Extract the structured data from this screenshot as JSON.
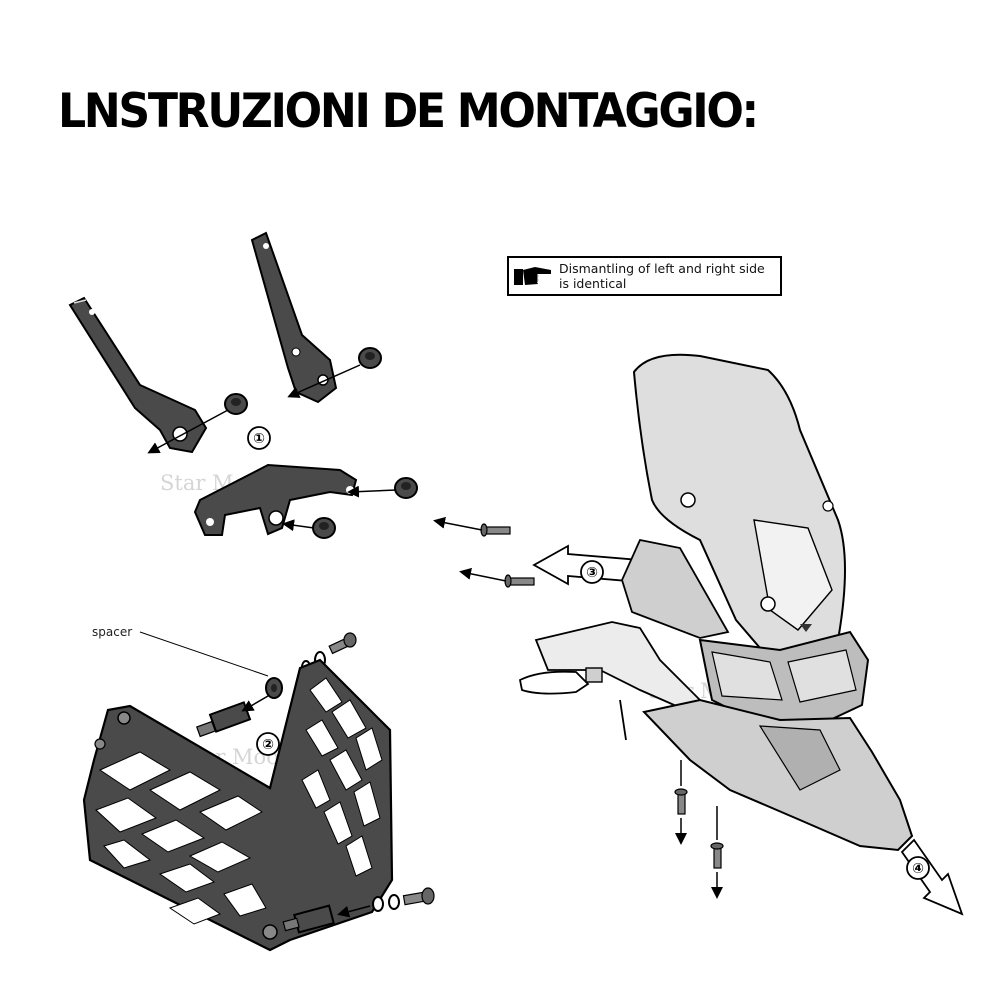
{
  "title": "LNSTRUZIONI DE MONTAGGIO:",
  "note": {
    "line1": "Dismantling of left and right side",
    "line2": "is identical",
    "icon": "pointing-hand-icon"
  },
  "labels": {
    "spacer": "spacer"
  },
  "steps": [
    "①",
    "②",
    "③",
    "④"
  ],
  "watermark": "Star Moon Knight",
  "colors": {
    "ink": "#000000",
    "metal": "#4a4a4a",
    "shade": "#d9d9d9",
    "watermark": "#c8c8c8"
  }
}
